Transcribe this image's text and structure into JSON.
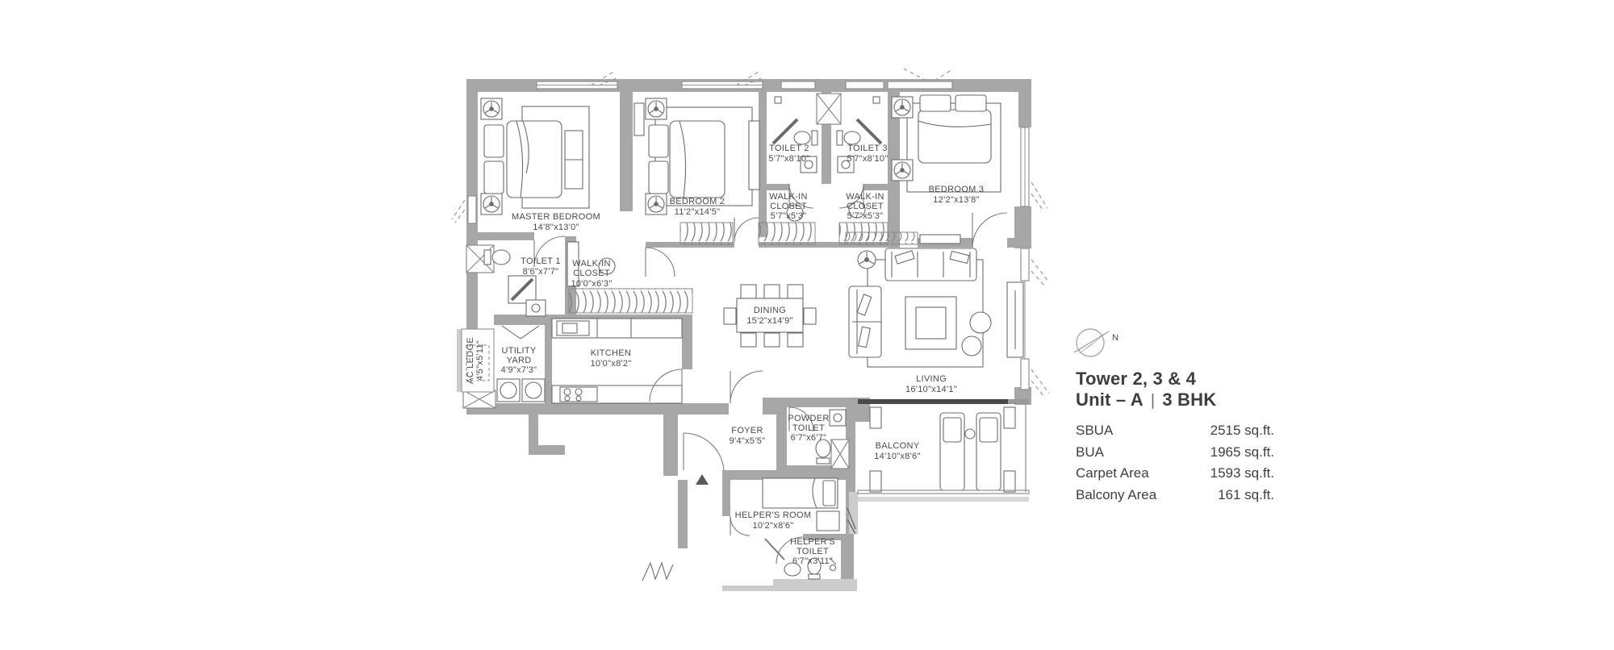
{
  "floor_plan": {
    "rooms": {
      "master_bedroom": {
        "lines": [
          "MASTER BEDROOM",
          "14'8\"x13'0\""
        ]
      },
      "bedroom_2": {
        "lines": [
          "BEDROOM 2",
          "11'2\"x14'5\""
        ]
      },
      "bedroom_3": {
        "lines": [
          "BEDROOM 3",
          "12'2\"x13'8\""
        ]
      },
      "toilet_1": {
        "lines": [
          "TOILET 1",
          "8'6\"x7'7\""
        ]
      },
      "toilet_2": {
        "lines": [
          "TOILET 2",
          "5'7\"x8'10\""
        ]
      },
      "toilet_3": {
        "lines": [
          "TOILET 3",
          "5'7\"x8'10\""
        ]
      },
      "wic_master": {
        "lines": [
          "WALK-IN",
          "CLOSET",
          "10'0\"x6'3\""
        ]
      },
      "wic_2": {
        "lines": [
          "WALK-IN",
          "CLOSET",
          "5'7\"x5'3\""
        ]
      },
      "wic_3": {
        "lines": [
          "WALK-IN",
          "CLOSET",
          "5'7\"x5'3\""
        ]
      },
      "dining": {
        "lines": [
          "DINING",
          "15'2\"x14'9\""
        ]
      },
      "living": {
        "lines": [
          "LIVING",
          "16'10\"x14'1\""
        ]
      },
      "kitchen": {
        "lines": [
          "KITCHEN",
          "10'0\"x8'2\""
        ]
      },
      "utility_yard": {
        "lines": [
          "UTILITY",
          "YARD",
          "4'9\"x7'3\""
        ]
      },
      "ac_ledge": {
        "lines": [
          "AC LEDGE",
          "4'5\"x5'11\""
        ]
      },
      "foyer": {
        "lines": [
          "FOYER",
          "9'4\"x5'5\""
        ]
      },
      "powder_toilet": {
        "lines": [
          "POWDER",
          "TOILET",
          "6'7\"x6'7\""
        ]
      },
      "helpers_room": {
        "lines": [
          "HELPER'S ROOM",
          "10'2\"x8'6\""
        ]
      },
      "helpers_toilet": {
        "lines": [
          "HELPER'S",
          "TOILET",
          "6'7\"x3'11\""
        ]
      },
      "balcony": {
        "lines": [
          "BALCONY",
          "14'10\"x8'6\""
        ]
      }
    },
    "compass": {
      "north_label": "N"
    }
  },
  "info_panel": {
    "title_line1": "Tower 2, 3 & 4",
    "unit": "Unit – A",
    "separator": "|",
    "bhk": "3 BHK",
    "areas": [
      {
        "label": "SBUA",
        "value": "2515 sq.ft."
      },
      {
        "label": "BUA",
        "value": "1965 sq.ft."
      },
      {
        "label": "Carpet Area",
        "value": "1593 sq.ft."
      },
      {
        "label": "Balcony Area",
        "value": "161 sq.ft."
      }
    ]
  },
  "colors": {
    "wall": "#a7a7a7",
    "wall_light": "#cccccc",
    "line": "#6b6b6b",
    "text": "#4a4a4a",
    "dark_band": "#4a4a4a"
  }
}
